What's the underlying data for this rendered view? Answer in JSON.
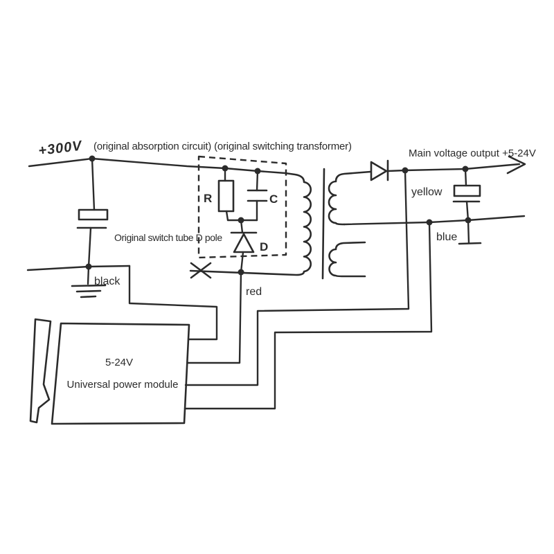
{
  "colors": {
    "ink": "#2b2b2b",
    "background": "#ffffff"
  },
  "header": {
    "annotation": "(original absorption circuit) (original switching transformer)",
    "input_voltage": "+300V",
    "output_label": "Main voltage output +5-24V"
  },
  "labels": {
    "switch_tube": "Original switch tube D pole",
    "resistor": "R",
    "capacitor": "C",
    "diode": "D",
    "wire_black": "black",
    "wire_red": "red",
    "wire_yellow": "yellow",
    "wire_blue": "blue"
  },
  "module": {
    "voltage": "5-24V",
    "name": "Universal power module"
  }
}
